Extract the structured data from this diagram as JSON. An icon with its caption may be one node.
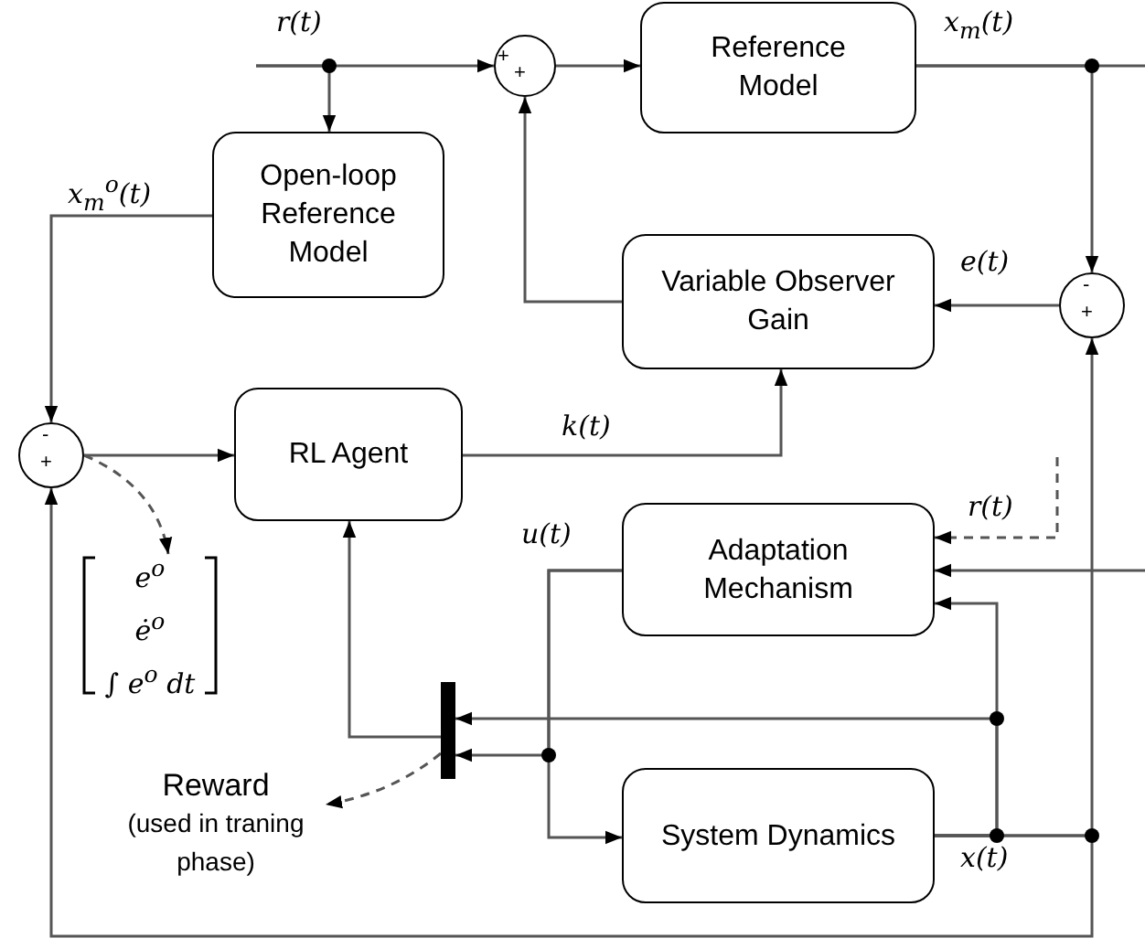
{
  "diagram": {
    "nodes": [
      {
        "text": [
          "Reference Model"
        ]
      },
      {
        "text": [
          "Open-loop Reference Model"
        ]
      },
      {
        "text": [
          "Variable Observer Gain"
        ]
      },
      {
        "text": [
          "RL Agent"
        ]
      },
      {
        "text": [
          "Adaptation Mechanism"
        ]
      },
      {
        "text": [
          "System Dynamics"
        ]
      },
      {
        "text": [
          "+",
          "+"
        ]
      },
      {
        "text": [
          "-",
          "+"
        ]
      },
      {
        "text": [
          "-",
          "+"
        ]
      },
      {
        "text": [],
        "shape": "bar"
      },
      {
        "text": [
          "*e*$^{o}$",
          "*ė*$^{o}$",
          "∫ *e*$^{o}$ *dt*"
        ]
      },
      {
        "text": [
          "Reward",
          "(used in traning phase)"
        ]
      }
    ],
    "edges": [
      {
        "from": null,
        "to": 6,
        "arrow": "to",
        "label": "r(t)"
      },
      {
        "from": null,
        "to": 1,
        "arrow": "to"
      },
      {
        "from": 6,
        "to": 0,
        "arrow": "to"
      },
      {
        "from": 0,
        "to": 7,
        "arrow": "to",
        "label": "x$_{m}$(t)"
      },
      {
        "from": 0,
        "to": null,
        "arrow": "none"
      },
      {
        "from": 7,
        "to": 2,
        "arrow": "to",
        "label": "e(t)"
      },
      {
        "from": 2,
        "to": 6,
        "arrow": "to"
      },
      {
        "from": 1,
        "to": 8,
        "arrow": "to",
        "label": "x$_{m}$$^{o}$(t)"
      },
      {
        "from": 8,
        "to": 3,
        "arrow": "to"
      },
      {
        "from": 3,
        "to": 2,
        "arrow": "to",
        "label": "k(t)"
      },
      {
        "from": 5,
        "to": 7,
        "arrow": "to",
        "label": "x(t)"
      },
      {
        "from": 5,
        "to": 8,
        "arrow": "to"
      },
      {
        "from": 5,
        "to": 4,
        "arrow": "to"
      },
      {
        "from": 5,
        "to": 9,
        "arrow": "to"
      },
      {
        "from": 4,
        "to": 5,
        "arrow": "to",
        "label": "u(t)"
      },
      {
        "from": 4,
        "to": 9,
        "arrow": "to"
      },
      {
        "from": 9,
        "to": 3,
        "arrow": "to"
      },
      {
        "from": null,
        "to": 4,
        "arrow": "to",
        "label": "r(t)",
        "style": "dashed"
      },
      {
        "from": null,
        "to": 4,
        "arrow": "to"
      },
      {
        "from": 8,
        "to": 10,
        "arrow": "to",
        "style": "dashed"
      },
      {
        "from": 9,
        "to": 11,
        "arrow": "to",
        "style": "dashed"
      }
    ]
  }
}
